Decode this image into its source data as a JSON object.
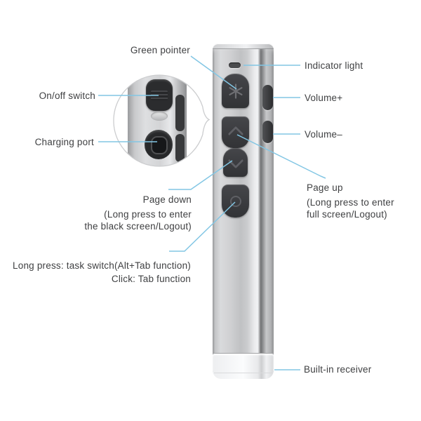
{
  "diagram_title": "Wireless presenter remote callout diagram",
  "labels": {
    "green_pointer": "Green pointer",
    "indicator_light": "Indicator light",
    "volume_plus": "Volume+",
    "volume_minus": "Volume–",
    "on_off_switch": "On/off switch",
    "charging_port": "Charging port",
    "page_up_title": "Page up",
    "page_up_line1": "(Long press to enter",
    "page_up_line2": "full screen/Logout)",
    "page_down_title": "Page down",
    "page_down_line1": "(Long press to enter",
    "page_down_line2": "the black screen/Logout)",
    "task_line1": "Long press: task switch(Alt+Tab function)",
    "task_line2": "Click: Tab function",
    "built_in_receiver": "Built-in receiver"
  },
  "icons": {
    "laser_button": "six-spoke-star",
    "page_up_button": "chevron-up",
    "page_down_button": "chevron-down",
    "task_button": "ring",
    "magnifier_inset": "circle-with-pointer-tail"
  },
  "colors": {
    "callout_line": "#82c6e4",
    "label_text": "#3f4042",
    "body_silver": "#c9cacc",
    "button_dark": "#3a3b3d",
    "receiver_cap_white": "#f5f6f7",
    "inset_ring": "#cccdcf"
  }
}
